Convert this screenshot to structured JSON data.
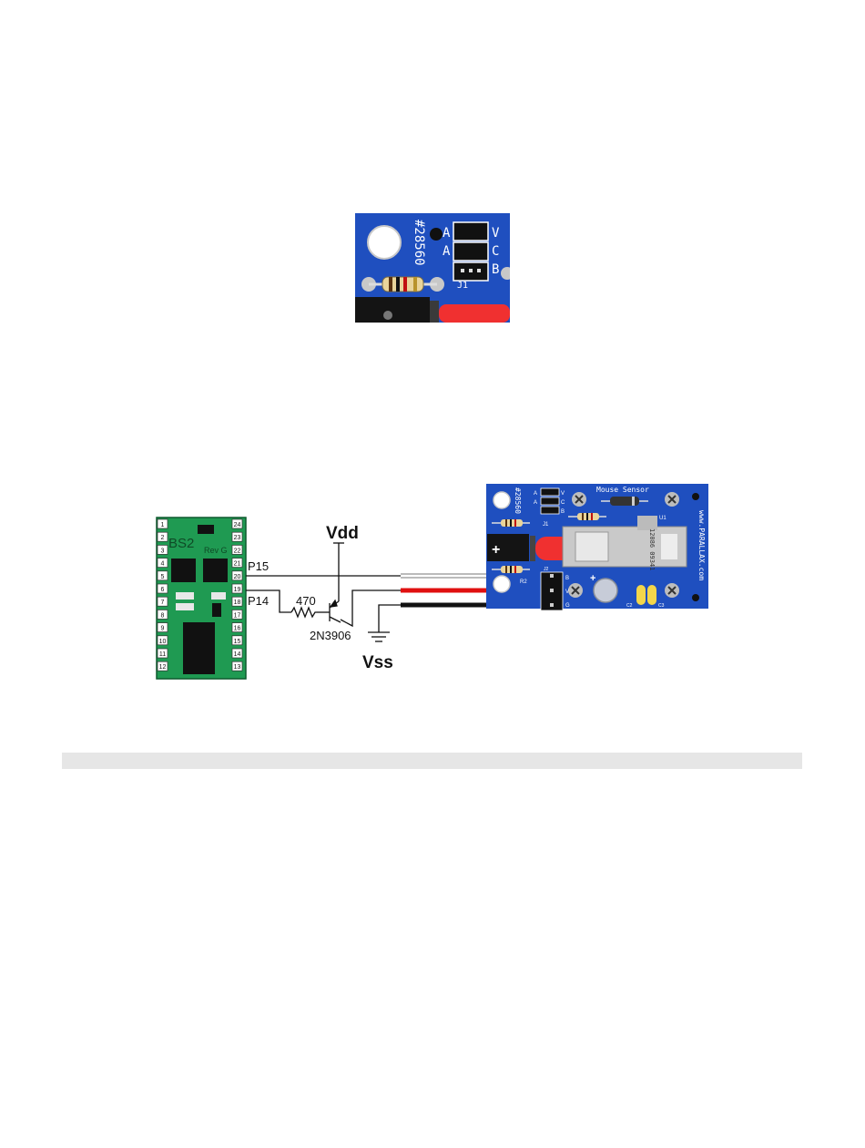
{
  "inset": {
    "part_number": "#28560",
    "jumper_labels": [
      "A",
      "A"
    ],
    "jumper_letters": [
      "V",
      "C",
      "B"
    ],
    "jumper_ref": "J1"
  },
  "bs2": {
    "name": "BS2",
    "rev": "Rev G",
    "left_pins": [
      "1",
      "2",
      "3",
      "4",
      "5",
      "6",
      "7",
      "8",
      "9",
      "10",
      "11",
      "12"
    ],
    "right_pins": [
      "24",
      "23",
      "22",
      "21",
      "20",
      "19",
      "18",
      "17",
      "16",
      "15",
      "14",
      "13"
    ]
  },
  "circuit": {
    "p15": "P15",
    "p14": "P14",
    "resistor": "470",
    "transistor": "2N3906",
    "vdd": "Vdd",
    "vss": "Vss"
  },
  "board": {
    "part_number": "#28560",
    "title": "Mouse Sensor",
    "brand": "www.PARALLAX.com",
    "serial": "12086 09341",
    "jumper_letters": [
      "V",
      "C",
      "B"
    ],
    "jumper_side": [
      "A",
      "A"
    ],
    "j1": "J1",
    "j2": "J2",
    "r2": "R2",
    "u1": "U1",
    "c2": "C2",
    "c3": "C3",
    "header_labels": [
      "B",
      "V",
      "G"
    ]
  },
  "colors": {
    "board_blue": "#1f4fbf",
    "bs2_green": "#1f9a52",
    "wire_red": "#e01010",
    "led_red": "#f03030",
    "footer_gray": "#e6e6e6"
  }
}
